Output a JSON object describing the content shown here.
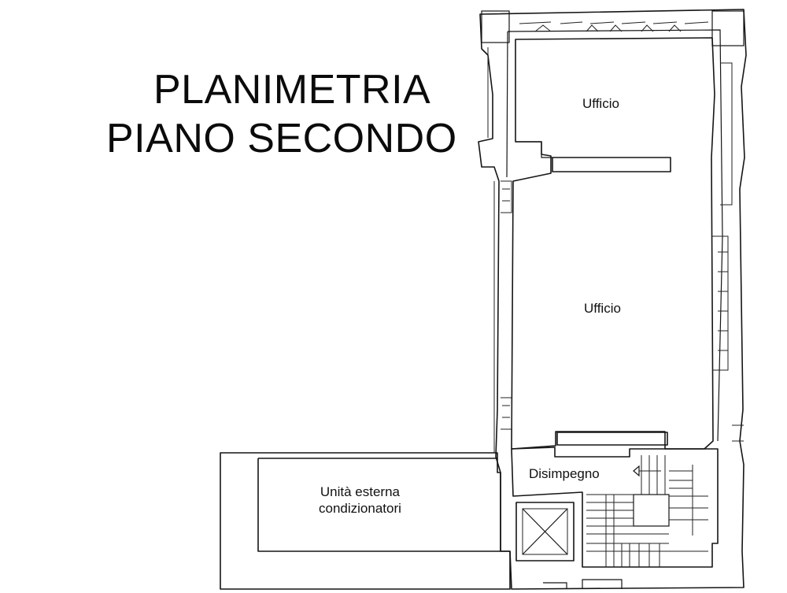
{
  "title": {
    "line1": "PLANIMETRIA",
    "line2": "PIANO SECONDO"
  },
  "rooms": {
    "office_top": "Ufficio",
    "office_main": "Ufficio",
    "corridor": "Disimpegno",
    "ac_line1": "Unità esterna",
    "ac_line2": "condizionatori"
  },
  "colors": {
    "background": "#ffffff",
    "ink": "#151515"
  }
}
